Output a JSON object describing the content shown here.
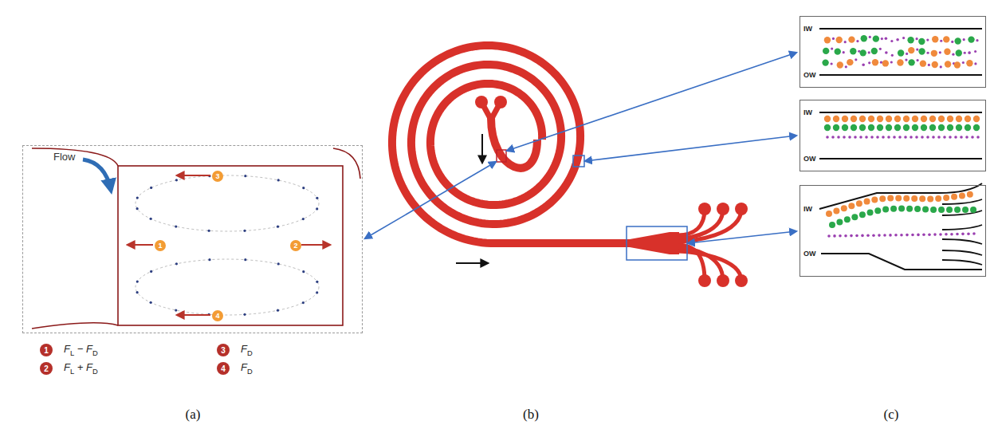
{
  "diagram": {
    "nodes": [
      {
        "text": [
          "Flow"
        ]
      },
      {
        "text": [
          "3"
        ],
        "in": 0
      },
      {
        "text": [
          "2"
        ],
        "in": 0
      },
      {
        "text": [
          "1"
        ],
        "in": 0
      },
      {
        "text": [
          "4"
        ],
        "in": 0
      },
      {
        "text": [
          "1",
          "FL − FD"
        ]
      },
      {
        "text": [
          "3",
          "FD"
        ]
      },
      {
        "text": [
          "2",
          "FL + FD"
        ]
      },
      {
        "text": [
          "4",
          "FD"
        ]
      },
      {
        "text": [
          "IW",
          "OW"
        ]
      },
      {
        "text": [
          "IW",
          "OW"
        ]
      },
      {
        "text": [
          "IW",
          "OW"
        ]
      }
    ],
    "labels": [
      "(a)",
      "(b)",
      "(c)"
    ]
  }
}
